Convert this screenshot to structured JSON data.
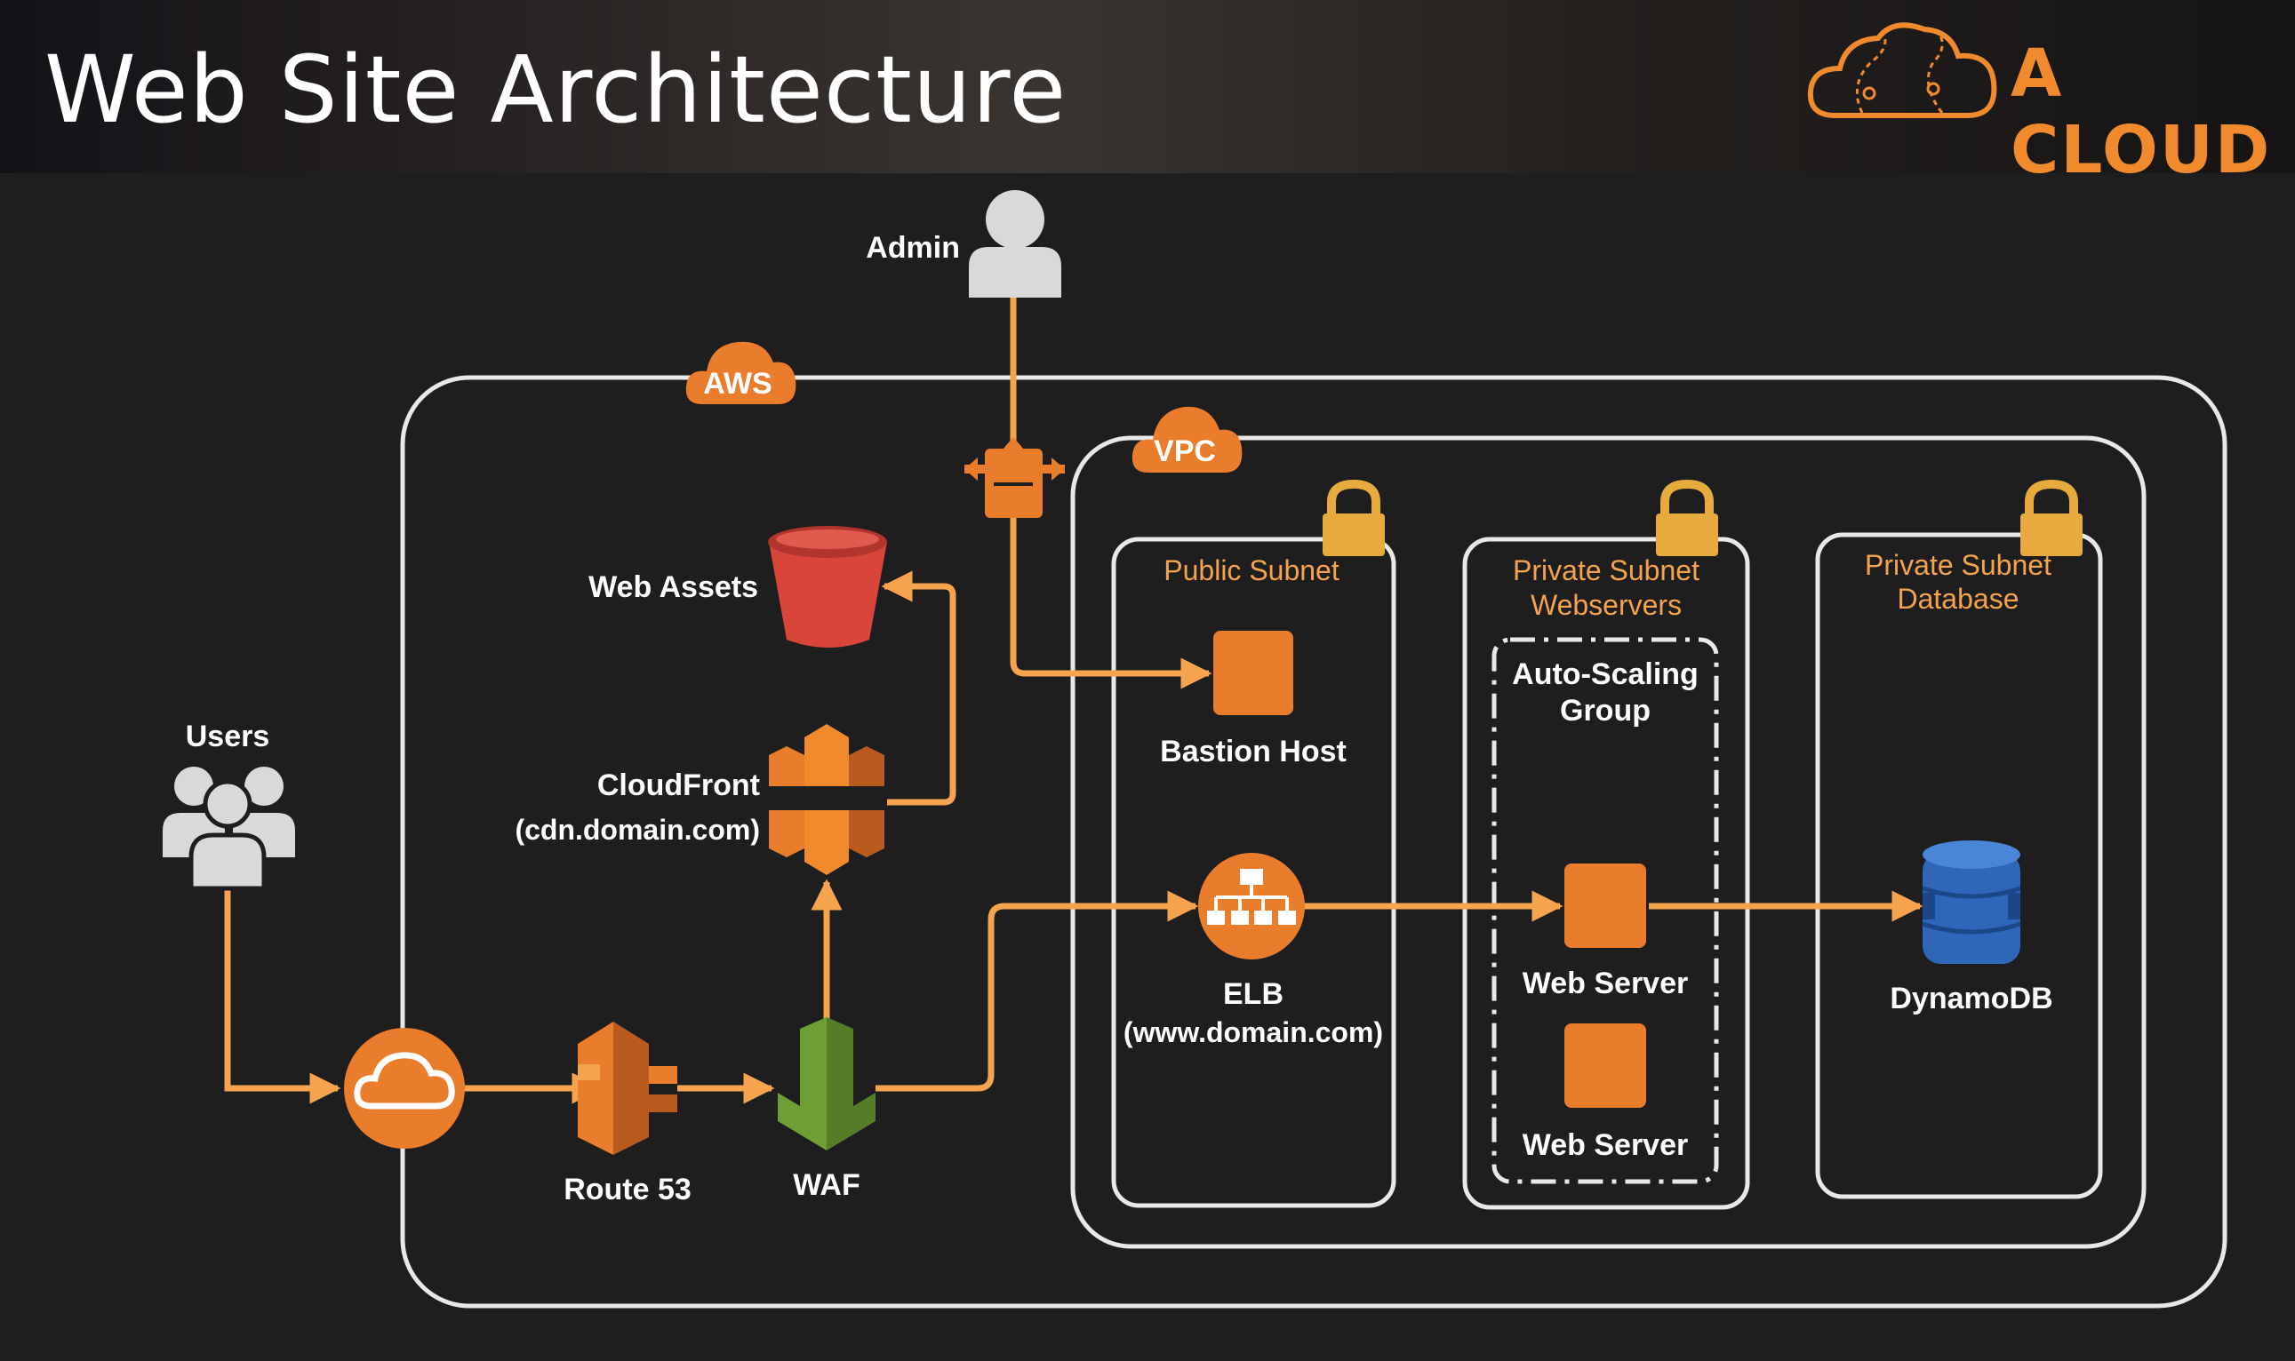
{
  "header": {
    "title": "Web Site Architecture",
    "brand": "A CLOUD"
  },
  "colors": {
    "background": "#1e1e1e",
    "orange": "#f08a2d",
    "aws_orange": "#ea7d2c",
    "bucket_red": "#d9453b",
    "waf_green": "#6f9e35",
    "dynamo_blue": "#2e66b9",
    "label_orange": "#f5a44d"
  },
  "diagram": {
    "aws_badge": "AWS",
    "vpc_badge": "VPC",
    "admin_label": "Admin",
    "users_label": "Users",
    "web_assets_label": "Web Assets",
    "cloudfront_label": "CloudFront",
    "cloudfront_domain": "(cdn.domain.com)",
    "route53_label": "Route 53",
    "waf_label": "WAF",
    "public_subnet_label": "Public Subnet",
    "private_web_label_line1": "Private Subnet",
    "private_web_label_line2": "Webservers",
    "private_db_label_line1": "Private Subnet",
    "private_db_label_line2": "Database",
    "bastion_label": "Bastion Host",
    "asg_label_line1": "Auto-Scaling",
    "asg_label_line2": "Group",
    "elb_label": "ELB",
    "elb_domain": "(www.domain.com)",
    "web_server_1_label": "Web Server",
    "web_server_2_label": "Web Server",
    "dynamodb_label": "DynamoDB"
  }
}
